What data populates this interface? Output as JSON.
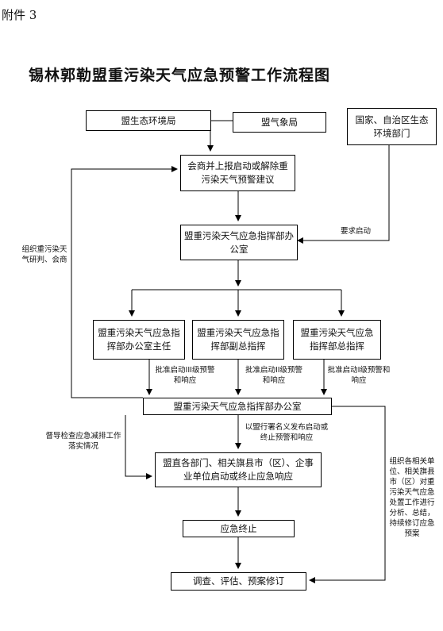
{
  "header": {
    "annex": "附件 3",
    "title": "锡林郭勒盟重污染天气应急预警工作流程图"
  },
  "boxes": {
    "ecology_bureau": "盟生态环境局",
    "weather_bureau": "盟气象局",
    "national_dept": "国家、自治区生态环境部门",
    "consult": "会商并上报启动或解除重污染天气预警建议",
    "office1": "盟重污染天气应急指挥部办公室",
    "director": "盟重污染天气应急指挥部办公室主任",
    "vice_commander": "盟重污染天气应急指挥部副总指挥",
    "commander": "盟重污染天气应急指挥部总指挥",
    "office2": "盟重污染天气应急指挥部办公室",
    "units": "盟直各部门、相关旗县市（区）、企事业单位启动或终止应急响应",
    "terminate": "应急终止",
    "review": "调查、评估、预案修订"
  },
  "labels": {
    "request_start": "要求启动",
    "organize_research": "组织重污染天气研判、会商",
    "approve_3_4": "批准启动III级预警和响应",
    "approve_2": "批准启动II级预警和响应",
    "approve_1": "批准启动I级预警和响应",
    "supervise": "督导检查应急减排工作落实情况",
    "publish": "以盟行署名义发布启动或终止预警和响应",
    "organize_summary": "组织各相关单位、相关旗县市（区）对重污染天气应急处置工作进行分析、总结，持续修订应急预案"
  }
}
